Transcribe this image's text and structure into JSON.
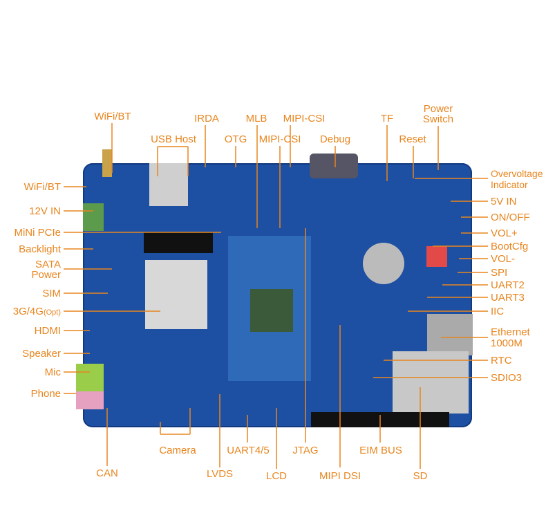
{
  "labels_top": [
    "WiFi/BT",
    "USB Host",
    "IRDA",
    "OTG",
    "MLB",
    "MIPI-CSI",
    "MIPI-CSI",
    "Debug",
    "TF",
    "Reset",
    "Power Switch"
  ],
  "labels_left": [
    "WiFi/BT",
    "12V IN",
    "MiNi PCIe",
    "Backlight",
    "SATA Power",
    "SIM",
    "3G/4G",
    "(Opt)",
    "HDMI",
    "Speaker",
    "Mic",
    "Phone"
  ],
  "labels_right": [
    "Overvoltage Indicator",
    "5V IN",
    "ON/OFF",
    "VOL+",
    "BootCfg",
    "VOL-",
    "SPI",
    "UART2",
    "UART3",
    "IIC",
    "Ethernet 1000M",
    "RTC",
    "SDIO3"
  ],
  "labels_bottom": [
    "CAN",
    "Camera",
    "LVDS",
    "UART4/5",
    "LCD",
    "JTAG",
    "MIPI DSI",
    "EIM BUS",
    "SD"
  ],
  "colors": {
    "label": "#e8851e",
    "board": "#1d4fa3"
  }
}
